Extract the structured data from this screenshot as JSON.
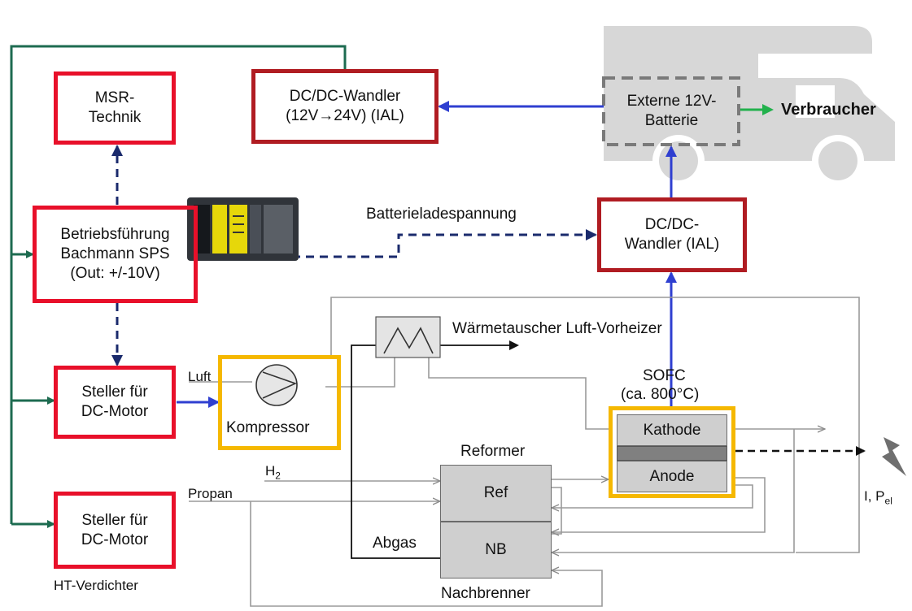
{
  "blocks": {
    "msr": [
      "MSR-",
      "Technik"
    ],
    "dcdc_top": [
      "DC/DC-Wandler",
      "(12V→24V) (IAL)"
    ],
    "battery": [
      "Externe 12V-",
      "Batterie"
    ],
    "consumer": "Verbraucher",
    "control": [
      "Betriebsführung",
      "Bachmann SPS",
      "(Out: +/-10V)"
    ],
    "dcdc_mid": [
      "DC/DC-",
      "Wandler (IAL)"
    ],
    "motor_ctrl_1": [
      "Steller für",
      "DC-Motor"
    ],
    "motor_ctrl_2": [
      "Steller für",
      "DC-Motor"
    ],
    "compressor": "Kompressor",
    "cathode": "Kathode",
    "anode": "Anode",
    "ref": "Ref",
    "nb": "NB"
  },
  "labels": {
    "battery_voltage": "Batterieladespannung",
    "heat_exchanger": "Wärmetauscher Luft-Vorheizer",
    "sofc": [
      "SOFC",
      "(ca. 800°C)"
    ],
    "air": "Luft",
    "h2_base": "H",
    "h2_sub": "2",
    "propane": "Propan",
    "reformer": "Reformer",
    "exhaust": "Abgas",
    "afterburner": "Nachbrenner",
    "ht_compressor": "HT-Verdichter",
    "current_power_base": "I, P",
    "current_power_sub": "el"
  },
  "colors": {
    "red": "#e8102a",
    "dark_red": "#b01c22",
    "yellow": "#f5b800",
    "blue": "#2f3fd0",
    "navy": "#1a2a6c",
    "green": "#1d6b50",
    "bright_green": "#22b14c",
    "gray_line": "#9a9a9a",
    "camper": "#d7d7d7"
  },
  "icons": {
    "plc": "plc-module-icon",
    "compressor": "compressor-fan-icon",
    "heat_exchanger": "heat-exchanger-icon",
    "lightning": "lightning-bolt-icon",
    "camper": "camper-van-icon"
  }
}
